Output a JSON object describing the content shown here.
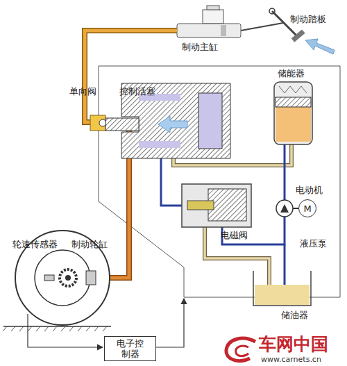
{
  "diagram": {
    "nodes": [
      {
        "text": [
          "电子控制器"
        ]
      },
      {
        "text": [
          "M"
        ]
      }
    ],
    "labels": [
      "制动踏板",
      "制动主缸",
      "单向阀",
      "控制活塞",
      "储能器",
      "电动机",
      "电磁阀",
      "液压泵",
      "储油器",
      "轮速传感器",
      "制动轮缸",
      "车网中国",
      "www.carnets.cn"
    ]
  }
}
